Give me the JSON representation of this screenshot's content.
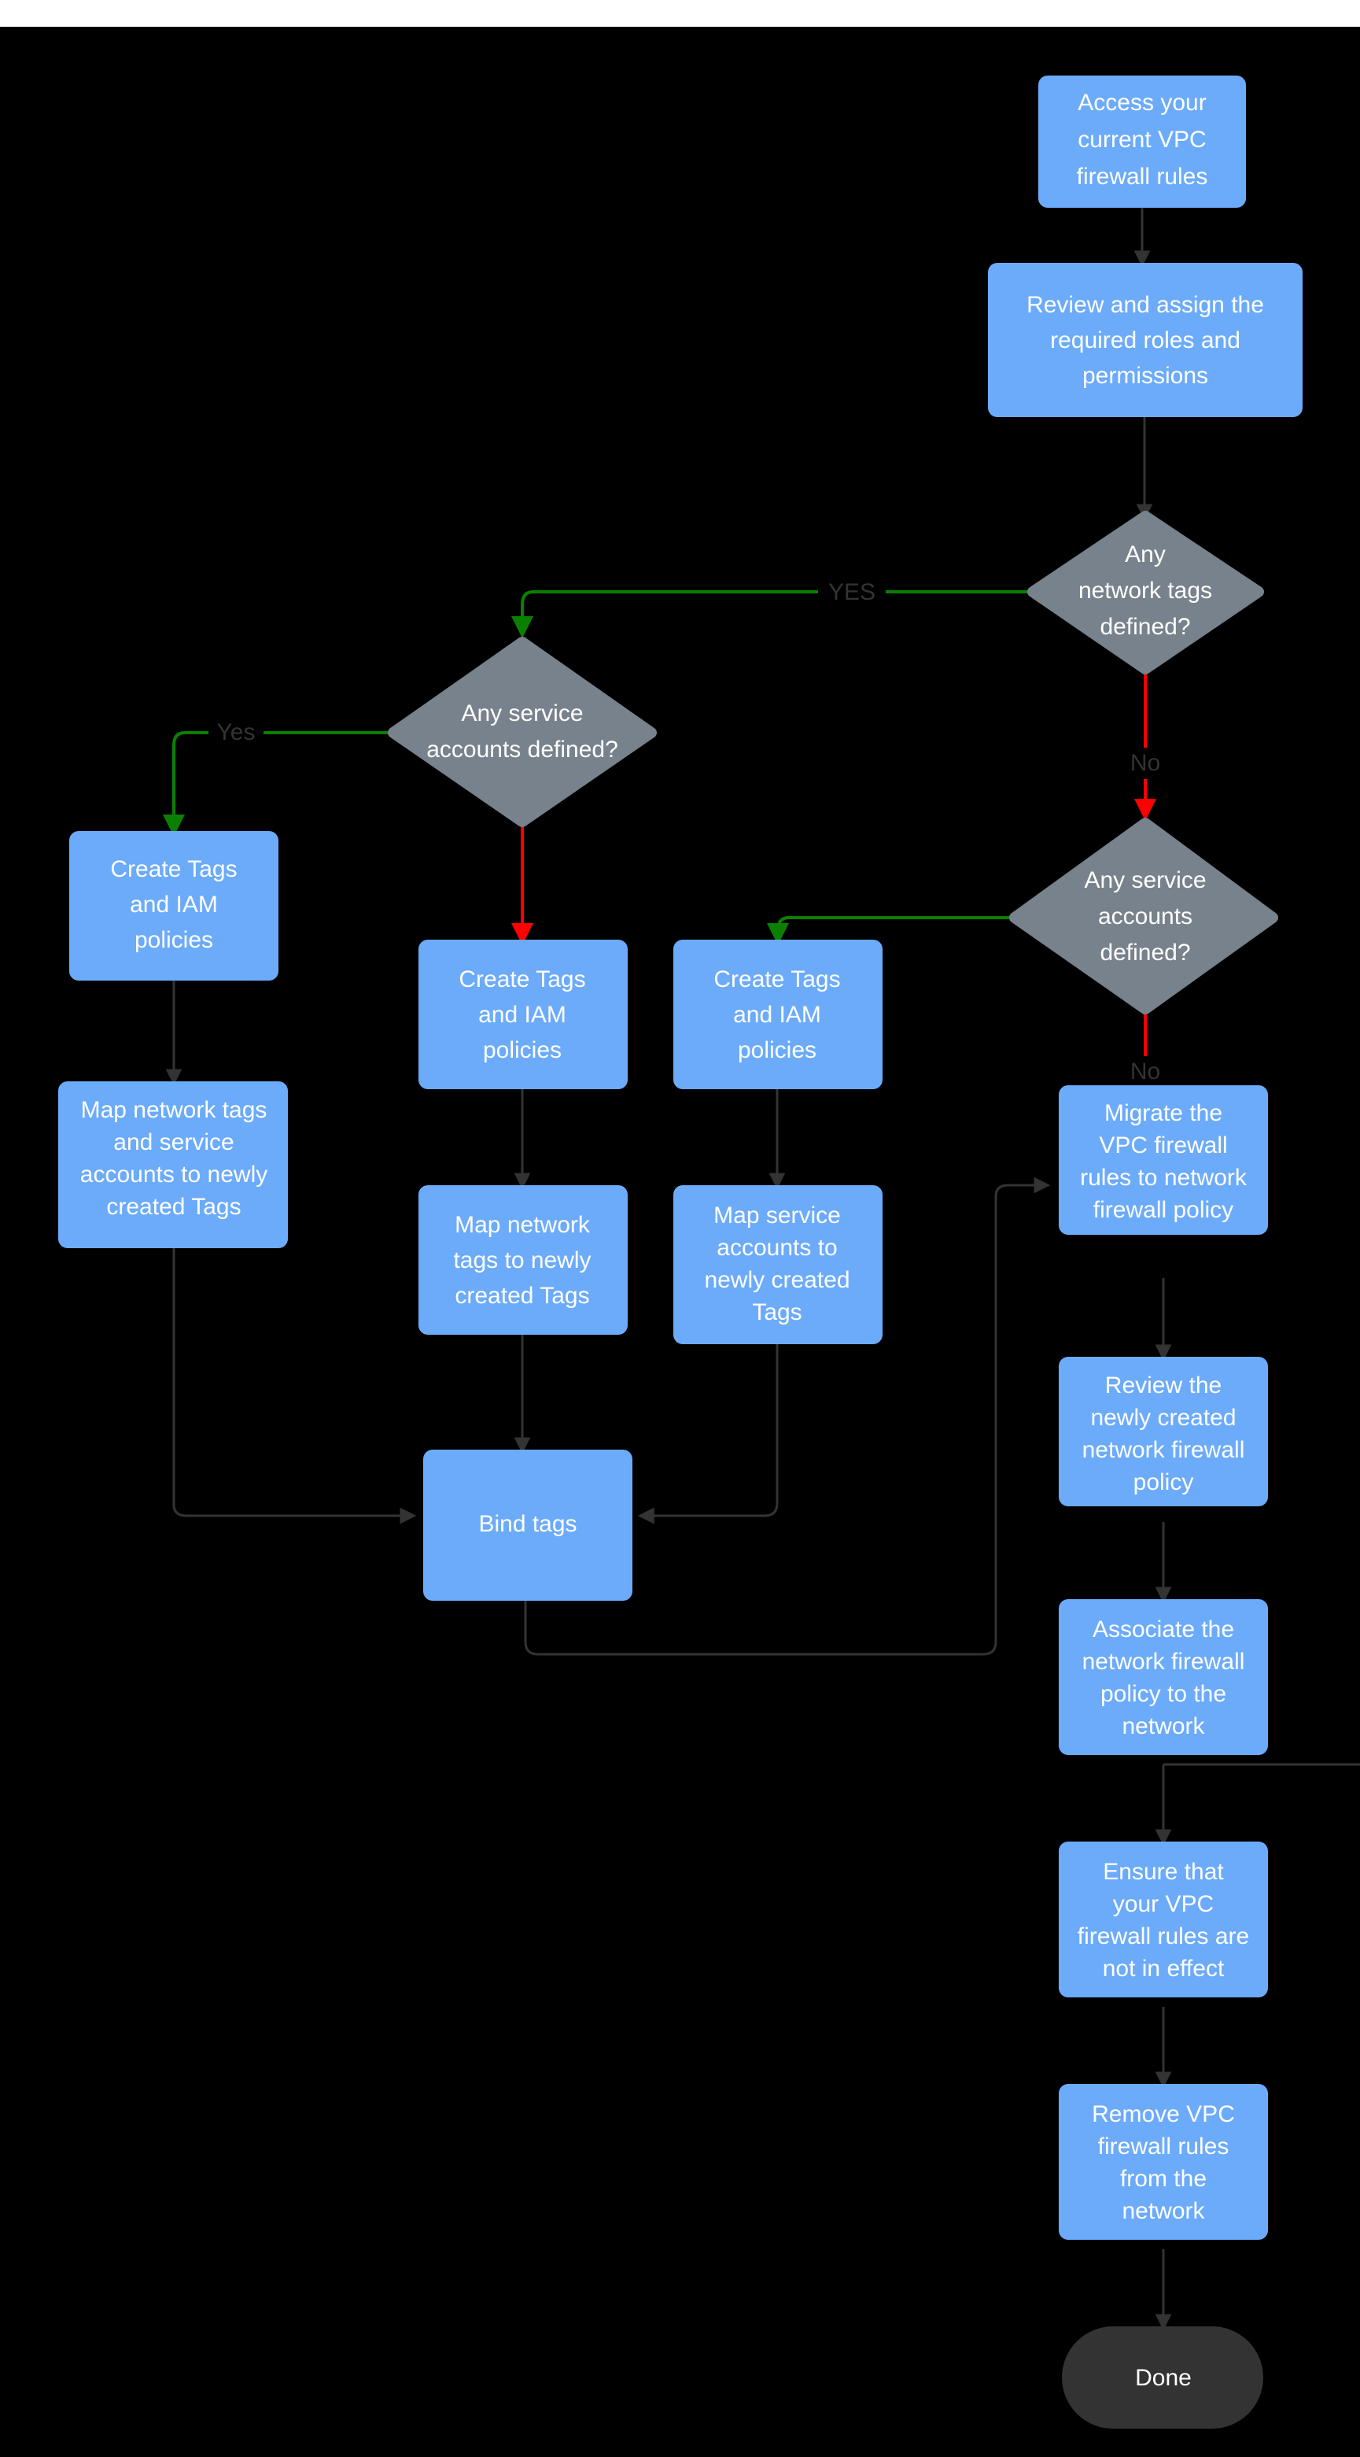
{
  "diagram": {
    "title": "VPC firewall rules to network firewall policy migration flow",
    "colors": {
      "background": "#000000",
      "page_background": "#ffffff",
      "process_fill": "#6cabfa",
      "decision_fill": "#78828c",
      "terminator_fill": "#333333",
      "node_text": "#ffffff",
      "edge_default": "#333333",
      "edge_yes": "#0b8000",
      "edge_no": "#ff0000",
      "edge_label_text": "#333333"
    },
    "nodes": {
      "access_rules": {
        "type": "process",
        "lines": [
          "Access your",
          "current VPC",
          "firewall rules"
        ]
      },
      "review_roles": {
        "type": "process",
        "lines": [
          "Review and assign the",
          "required roles and",
          "permissions"
        ]
      },
      "dec_network_tags": {
        "type": "decision",
        "lines": [
          "Any",
          "network tags",
          "defined?"
        ]
      },
      "dec_service_left": {
        "type": "decision",
        "lines": [
          "Any service",
          "accounts defined?"
        ]
      },
      "dec_service_right": {
        "type": "decision",
        "lines": [
          "Any service",
          "accounts",
          "defined?"
        ]
      },
      "create_tags_1": {
        "type": "process",
        "lines": [
          "Create Tags",
          "and IAM",
          "policies"
        ]
      },
      "create_tags_2": {
        "type": "process",
        "lines": [
          "Create Tags",
          "and IAM",
          "policies"
        ]
      },
      "create_tags_3": {
        "type": "process",
        "lines": [
          "Create Tags",
          "and IAM",
          "policies"
        ]
      },
      "map_both": {
        "type": "process",
        "lines": [
          "Map network tags",
          "and service",
          "accounts to newly",
          "created Tags"
        ]
      },
      "map_network": {
        "type": "process",
        "lines": [
          "Map network",
          "tags to newly",
          "created Tags"
        ]
      },
      "map_service": {
        "type": "process",
        "lines": [
          "Map service",
          "accounts  to",
          "newly created",
          "Tags"
        ]
      },
      "bind_tags": {
        "type": "process",
        "lines": [
          "Bind tags"
        ]
      },
      "migrate_rules": {
        "type": "process",
        "lines": [
          "Migrate the",
          "VPC firewall",
          "rules to network",
          "firewall policy"
        ]
      },
      "review_policy": {
        "type": "process",
        "lines": [
          "Review the",
          "newly created",
          "network firewall",
          "policy"
        ]
      },
      "associate_policy": {
        "type": "process",
        "lines": [
          "Associate the",
          "network firewall",
          "policy to the",
          "network"
        ]
      },
      "ensure_not_effect": {
        "type": "process",
        "lines": [
          "Ensure that",
          "your VPC",
          "firewall rules are",
          "not in effect"
        ]
      },
      "remove_rules": {
        "type": "process",
        "lines": [
          "Remove  VPC",
          "firewall rules",
          "from the",
          "network"
        ]
      },
      "done": {
        "type": "terminator",
        "lines": [
          "Done"
        ]
      }
    },
    "edge_labels": {
      "network_tags_yes": "YES",
      "network_tags_no": "No",
      "service_left_yes": "Yes",
      "service_right_no": "No"
    }
  }
}
